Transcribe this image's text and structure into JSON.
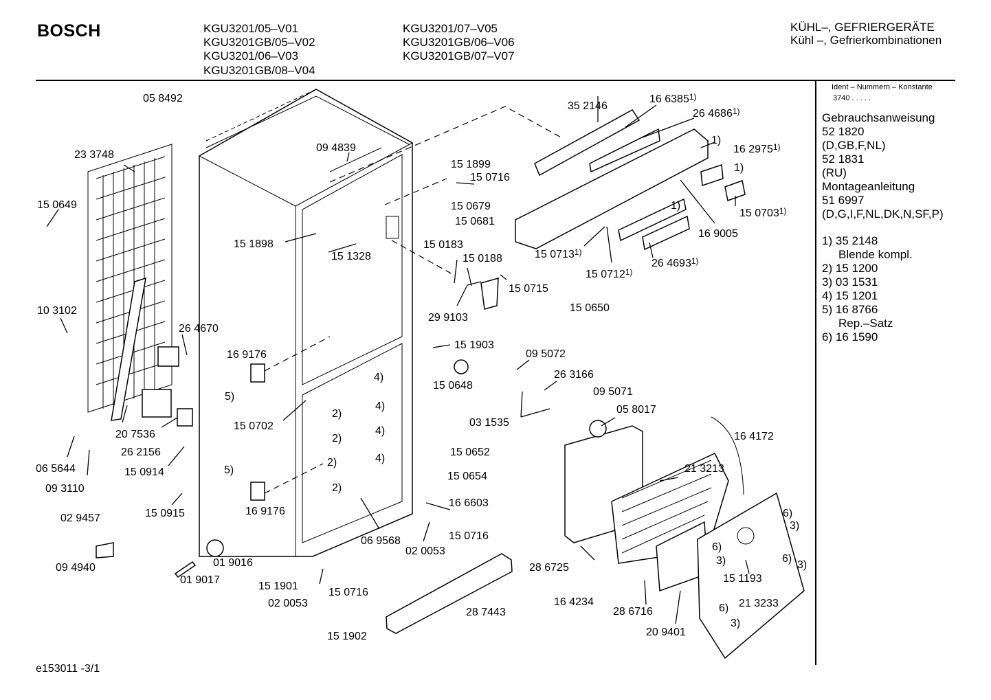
{
  "header": {
    "brand": "BOSCH",
    "models_col1": [
      "KGU3201/05–V01",
      "KGU3201GB/05–V02",
      "KGU3201/06–V03",
      "KGU3201GB/08–V04"
    ],
    "models_col2": [
      "KGU3201/07–V05",
      "KGU3201GB/06–V06",
      "KGU3201GB/07–V07"
    ],
    "category_1": "KÜHL–, GEFRIERGERÄTE",
    "category_2": "Kühl –, Gefrierkombinationen"
  },
  "sidebar": {
    "ident_label": "Ident – Nummern – Konstante",
    "ident_value": "3740  .  .  .  .  .",
    "lines": [
      "Gebrauchsanweisung",
      "52 1820",
      "(D,GB,F,NL)",
      "52 1831",
      "(RU)",
      "Montageanleitung",
      "51 6997",
      "(D,G,I,F,NL,DK,N,SF,P)"
    ],
    "notes": [
      {
        "key": "1)",
        "num": "35 2148",
        "desc": "Blende kompl."
      },
      {
        "key": "2)",
        "num": "15 1200",
        "desc": ""
      },
      {
        "key": "3)",
        "num": "03 1531",
        "desc": ""
      },
      {
        "key": "4)",
        "num": "15 1201",
        "desc": ""
      },
      {
        "key": "5)",
        "num": "16 8766",
        "desc": "Rep.–Satz"
      },
      {
        "key": "6)",
        "num": "16 1590",
        "desc": ""
      }
    ]
  },
  "footer": "e153011 -3/1",
  "labels": [
    {
      "text": "05 8492",
      "sup": ""
    },
    {
      "text": "23 3748",
      "sup": ""
    },
    {
      "text": "15 0649",
      "sup": ""
    },
    {
      "text": "10 3102",
      "sup": ""
    },
    {
      "text": "26 4670",
      "sup": ""
    },
    {
      "text": "20 7536",
      "sup": ""
    },
    {
      "text": "26 2156",
      "sup": ""
    },
    {
      "text": "06 5644",
      "sup": ""
    },
    {
      "text": "09 3110",
      "sup": ""
    },
    {
      "text": "15 0914",
      "sup": ""
    },
    {
      "text": "15 0915",
      "sup": ""
    },
    {
      "text": "02 9457",
      "sup": ""
    },
    {
      "text": "09 4940",
      "sup": ""
    },
    {
      "text": "01 9016",
      "sup": ""
    },
    {
      "text": "01 9017",
      "sup": ""
    },
    {
      "text": "09 4839",
      "sup": ""
    },
    {
      "text": "15 1898",
      "sup": ""
    },
    {
      "text": "15 1328",
      "sup": ""
    },
    {
      "text": "16 9176",
      "sup": ""
    },
    {
      "text": "5)",
      "sup": ""
    },
    {
      "text": "15 0702",
      "sup": ""
    },
    {
      "text": "5)",
      "sup": ""
    },
    {
      "text": "16 9176",
      "sup": ""
    },
    {
      "text": "2)",
      "sup": ""
    },
    {
      "text": "2)",
      "sup": ""
    },
    {
      "text": "2)",
      "sup": ""
    },
    {
      "text": "2)",
      "sup": ""
    },
    {
      "text": "4)",
      "sup": ""
    },
    {
      "text": "4)",
      "sup": ""
    },
    {
      "text": "4)",
      "sup": ""
    },
    {
      "text": "4)",
      "sup": ""
    },
    {
      "text": "06 9568",
      "sup": ""
    },
    {
      "text": "15 1901",
      "sup": ""
    },
    {
      "text": "02 0053",
      "sup": ""
    },
    {
      "text": "15 0716",
      "sup": ""
    },
    {
      "text": "15 1902",
      "sup": ""
    },
    {
      "text": "28 7443",
      "sup": ""
    },
    {
      "text": "35 2146",
      "sup": ""
    },
    {
      "text": "16 6385",
      "sup": "1)"
    },
    {
      "text": "26 4686",
      "sup": "1)"
    },
    {
      "text": "1)",
      "sup": ""
    },
    {
      "text": "16 2975",
      "sup": "1)"
    },
    {
      "text": "1)",
      "sup": ""
    },
    {
      "text": "1)",
      "sup": ""
    },
    {
      "text": "15 0703",
      "sup": "1)"
    },
    {
      "text": "16 9005",
      "sup": ""
    },
    {
      "text": "15 0713",
      "sup": "1)"
    },
    {
      "text": "15 0712",
      "sup": "1)"
    },
    {
      "text": "26 4693",
      "sup": "1)"
    },
    {
      "text": "15 1899",
      "sup": ""
    },
    {
      "text": "15 0716",
      "sup": ""
    },
    {
      "text": "15 0679",
      "sup": ""
    },
    {
      "text": "15 0681",
      "sup": ""
    },
    {
      "text": "15 0183",
      "sup": ""
    },
    {
      "text": "15 0188",
      "sup": ""
    },
    {
      "text": "15 0715",
      "sup": ""
    },
    {
      "text": "29 9103",
      "sup": ""
    },
    {
      "text": "15 0650",
      "sup": ""
    },
    {
      "text": "15 1903",
      "sup": ""
    },
    {
      "text": "15 0648",
      "sup": ""
    },
    {
      "text": "09 5072",
      "sup": ""
    },
    {
      "text": "26 3166",
      "sup": ""
    },
    {
      "text": "09 5071",
      "sup": ""
    },
    {
      "text": "03 1535",
      "sup": ""
    },
    {
      "text": "05 8017",
      "sup": ""
    },
    {
      "text": "15 0652",
      "sup": ""
    },
    {
      "text": "15 0654",
      "sup": ""
    },
    {
      "text": "16 6603",
      "sup": ""
    },
    {
      "text": "15 0716",
      "sup": ""
    },
    {
      "text": "02 0053",
      "sup": ""
    },
    {
      "text": "16 4172",
      "sup": ""
    },
    {
      "text": "21 3213",
      "sup": ""
    },
    {
      "text": "28 6725",
      "sup": ""
    },
    {
      "text": "16 4234",
      "sup": ""
    },
    {
      "text": "28 6716",
      "sup": ""
    },
    {
      "text": "20 9401",
      "sup": ""
    },
    {
      "text": "21 3233",
      "sup": ""
    },
    {
      "text": "15 1193",
      "sup": ""
    },
    {
      "text": "6)",
      "sup": ""
    },
    {
      "text": "3)",
      "sup": ""
    },
    {
      "text": "6)",
      "sup": ""
    },
    {
      "text": "3)",
      "sup": ""
    },
    {
      "text": "6)",
      "sup": ""
    },
    {
      "text": "3)",
      "sup": ""
    },
    {
      "text": "6)",
      "sup": ""
    },
    {
      "text": "3)",
      "sup": ""
    }
  ]
}
